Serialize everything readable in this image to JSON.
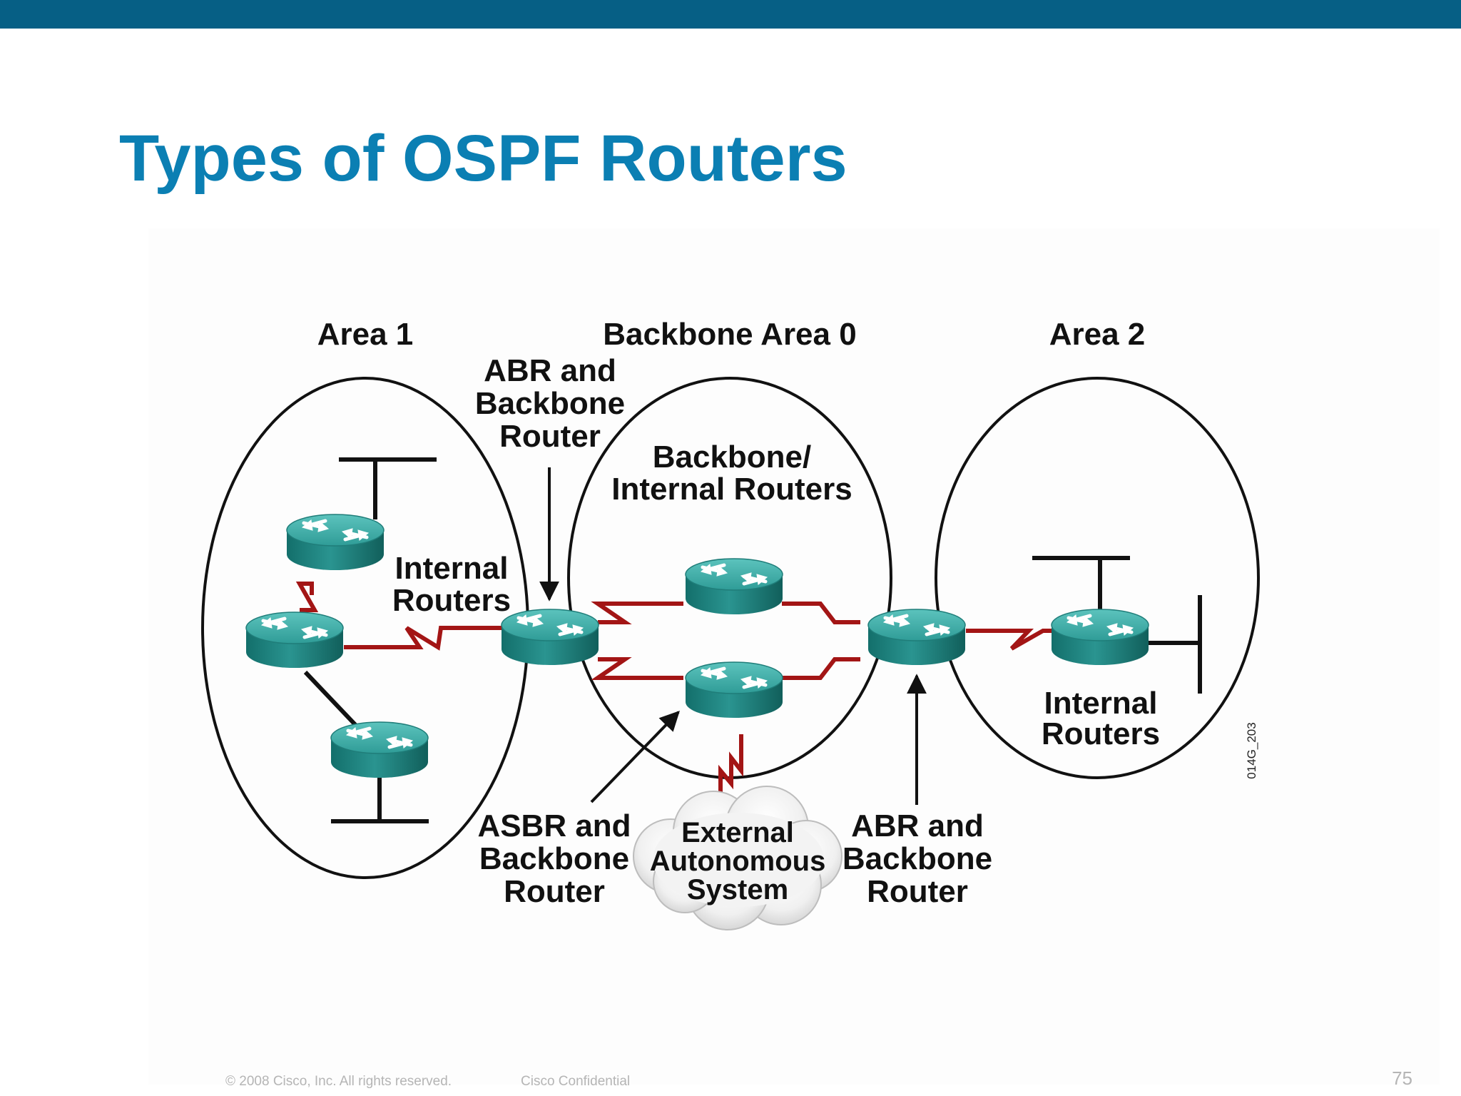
{
  "slide": {
    "title": "Types of OSPF Routers",
    "copyright": "© 2008 Cisco, Inc. All rights reserved.",
    "confidential": "Cisco Confidential",
    "page_number": "75"
  },
  "diagram": {
    "areas": {
      "area1": "Area 1",
      "area0": "Backbone Area 0",
      "area2": "Area 2"
    },
    "labels": {
      "abr_left_1": "ABR and",
      "abr_left_2": "Backbone",
      "abr_left_3": "Router",
      "internal_left_1": "Internal",
      "internal_left_2": "Routers",
      "backbone_internal_1": "Backbone/",
      "backbone_internal_2": "Internal Routers",
      "asbr_1": "ASBR and",
      "asbr_2": "Backbone",
      "asbr_3": "Router",
      "abr_right_1": "ABR and",
      "abr_right_2": "Backbone",
      "abr_right_3": "Router",
      "internal_right_1": "Internal",
      "internal_right_2": "Routers"
    },
    "cloud": {
      "line1": "External",
      "line2": "Autonomous",
      "line3": "System"
    },
    "figure_id": "014G_203",
    "colors": {
      "router": "#2a9490",
      "serial_link": "#a31515",
      "header_bar": "#065f85",
      "title": "#0b7fb3"
    }
  }
}
